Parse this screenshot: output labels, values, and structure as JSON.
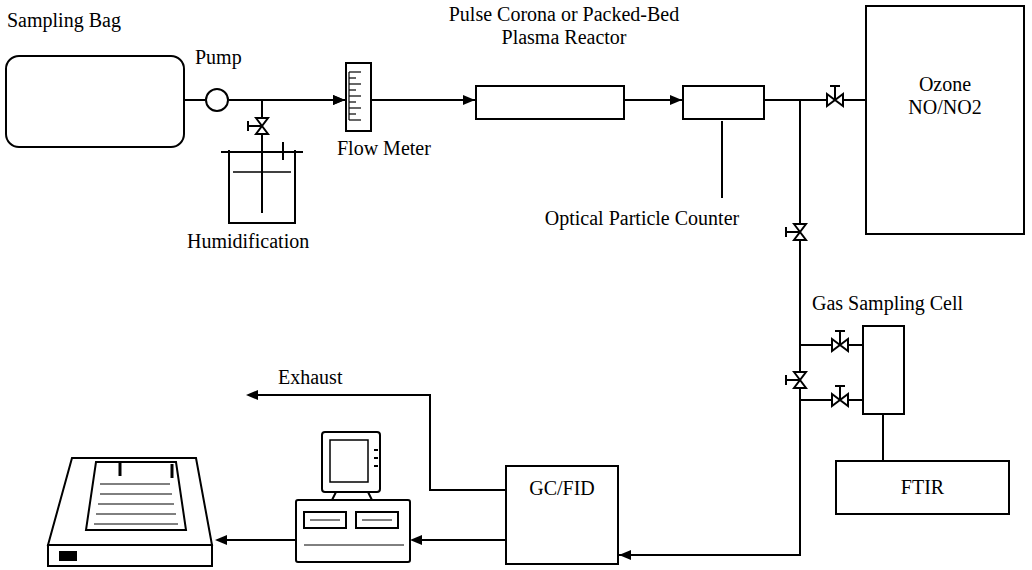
{
  "diagram": {
    "nodes": [
      {
        "text": [
          "Sampling Bag"
        ]
      },
      {
        "text": [
          "Pump"
        ]
      },
      {
        "text": [
          "Humidification"
        ]
      },
      {
        "text": [
          "Flow Meter"
        ]
      },
      {
        "text": [
          "Pulse Corona or Packed-Bed Plasma Reactor"
        ]
      },
      {
        "text": [
          "Optical Particle Counter"
        ]
      },
      {
        "text": [
          "Ozone NO/NO2"
        ]
      },
      {
        "text": [
          "Gas Sampling Cell"
        ]
      },
      {
        "text": [
          "FTIR"
        ]
      },
      {
        "text": [
          "GC/FID"
        ]
      }
    ],
    "edges": [
      {
        "from": 0,
        "to": 1,
        "arrow": "none"
      },
      {
        "from": 1,
        "to": 3,
        "arrow": "to"
      },
      {
        "from": 2,
        "to": 3,
        "arrow": "to"
      },
      {
        "from": 3,
        "to": 4,
        "arrow": "to"
      },
      {
        "from": 4,
        "to": 5,
        "arrow": "to"
      },
      {
        "from": 5,
        "to": 6,
        "arrow": "none"
      },
      {
        "from": 5,
        "to": 7,
        "arrow": "none"
      },
      {
        "from": 5,
        "to": 9,
        "arrow": "to"
      },
      {
        "from": 7,
        "to": 8,
        "arrow": "none"
      }
    ],
    "labels": [
      "Exhaust"
    ]
  }
}
